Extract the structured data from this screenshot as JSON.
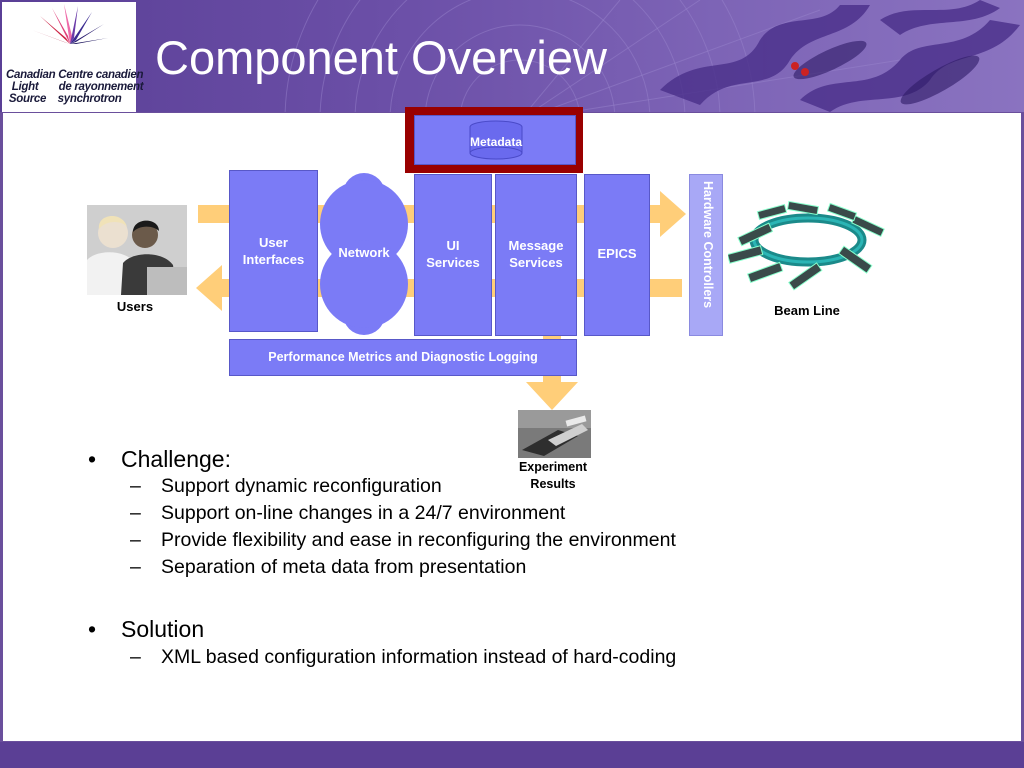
{
  "header": {
    "title": "Component Overview",
    "logo": {
      "line1": "Canadian   Centre canadien",
      "line2": "  Light       de rayonnement",
      "line3": " Source    synchrotron"
    }
  },
  "diagram": {
    "metadata": "Metadata",
    "user_interfaces": "User\nInterfaces",
    "network": "Network",
    "ui_services": "UI\nServices",
    "message_services": "Message\nServices",
    "epics": "EPICS",
    "hardware_controllers": "Hardware Controllers",
    "performance_bar": "Performance Metrics and Diagnostic Logging",
    "users_label": "Users",
    "beam_line_label": "Beam Line",
    "experiment_results_label": "Experiment\nResults"
  },
  "bullets": [
    {
      "heading": "Challenge:",
      "items": [
        "Support dynamic reconfiguration",
        "Support on-line changes in a 24/7 environment",
        "Provide flexibility and ease in reconfiguring the environment",
        "Separation of meta data from presentation"
      ]
    },
    {
      "heading": "Solution",
      "items": [
        "XML based configuration information instead of hard-coding"
      ]
    }
  ],
  "colors": {
    "block": "#7b7bf6",
    "arrow": "#ffc96a",
    "header": "#6a4f9c",
    "metadata_border": "#990000"
  }
}
